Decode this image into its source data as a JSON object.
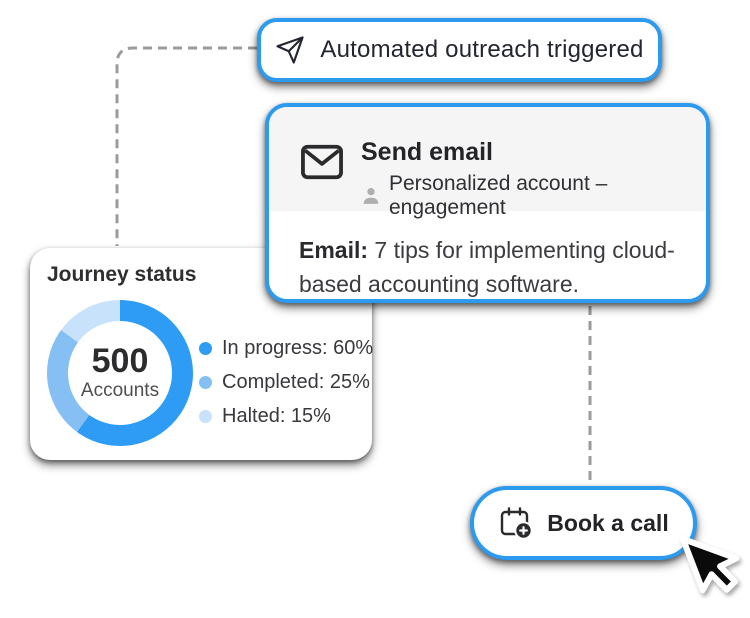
{
  "colors": {
    "accent_blue": "#2B9AEF",
    "connector_gray": "#9B9B9B",
    "card_header_gray": "#F5F5F5",
    "icon_dark": "#2B2B2E",
    "icon_gray": "#AFAFAF"
  },
  "trigger_pill": {
    "icon": "send-icon",
    "label": "Automated outreach triggered"
  },
  "email_card": {
    "icon": "mail-icon",
    "title": "Send email",
    "audience_icon": "person-icon",
    "audience": "Personalized account – engagement",
    "body_label": "Email:",
    "body_text": " 7 tips for implementing cloud-based accounting software."
  },
  "journey_card": {
    "title": "Journey status",
    "center_value": "500",
    "center_label": "Accounts",
    "legend": [
      "In progress: 60%",
      "Completed: 25%",
      "Halted: 15%"
    ],
    "chart_data": {
      "type": "pie",
      "donut": true,
      "title": "Journey status",
      "center_value": "500",
      "center_label": "Accounts",
      "series": [
        {
          "name": "In progress",
          "value": 60
        },
        {
          "name": "Completed",
          "value": 25
        },
        {
          "name": "Halted",
          "value": 15
        }
      ],
      "unit": "%",
      "colors": [
        "#2E9CF4",
        "#85BFF3",
        "#C7E2FA"
      ],
      "start_angle_deg": 0,
      "direction": "clockwise",
      "legend_position": "right"
    }
  },
  "book_pill": {
    "icon": "calendar-add-icon",
    "label": "Book a call"
  },
  "cursor": {
    "icon": "cursor-pointer-icon"
  }
}
